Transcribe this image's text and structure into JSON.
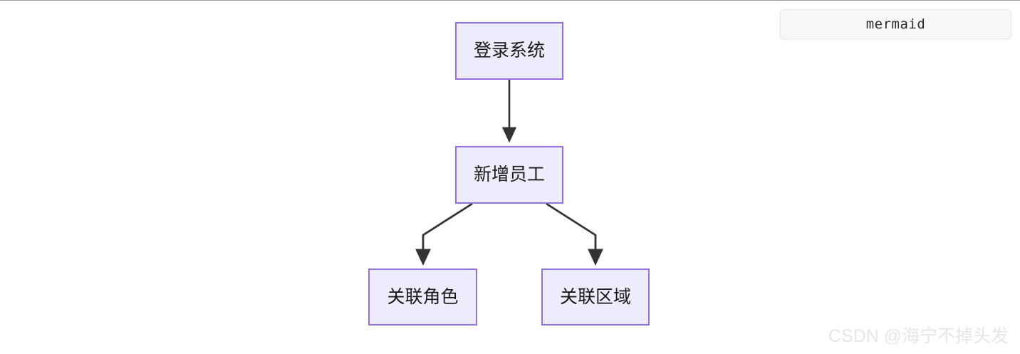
{
  "page": {
    "background_color": "#ffffff",
    "top_rule_color": "#9a9a9a"
  },
  "code_fence": {
    "language_label": "mermaid",
    "chip_background": "#f7f7f7",
    "chip_border": "#e9e9e9"
  },
  "diagram": {
    "type": "flowchart",
    "direction": "top-down",
    "node_fill": "#ececfc",
    "node_border": "#9370db",
    "edge_color": "#333333",
    "label_color": "#1a1a1a",
    "nodes": [
      {
        "id": "login",
        "label": "登录系统"
      },
      {
        "id": "addemp",
        "label": "新增员工"
      },
      {
        "id": "role",
        "label": "关联角色"
      },
      {
        "id": "region",
        "label": "关联区域"
      }
    ],
    "edges": [
      {
        "from": "login",
        "to": "addemp"
      },
      {
        "from": "addemp",
        "to": "role"
      },
      {
        "from": "addemp",
        "to": "region"
      }
    ]
  },
  "watermark": {
    "text": "CSDN @海宁不掉头发",
    "color": "#e6e6e6"
  }
}
